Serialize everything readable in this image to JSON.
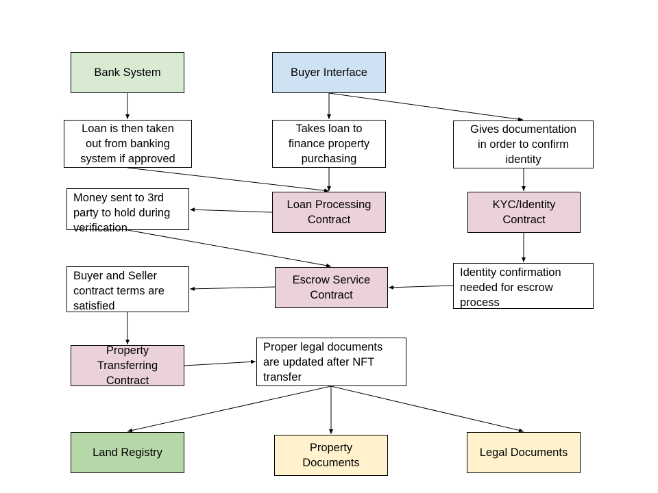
{
  "colors": {
    "green": "#d9ead3",
    "blue": "#cfe2f3",
    "pink": "#ead1dc",
    "dark_green": "#b6d7a8",
    "yellow": "#fff2cc",
    "white": "#ffffff",
    "line": "#000000"
  },
  "nodes": {
    "bank_system": "Bank System",
    "buyer_interface": "Buyer Interface",
    "loan_taken_out": "Loan is then taken\nout from banking\nsystem if approved",
    "takes_loan": "Takes loan to\nfinance property\npurchasing",
    "gives_documentation": "Gives documentation\nin order to confirm\nidentity",
    "money_sent": "Money sent to 3rd\nparty to hold during\nverification",
    "loan_processing": "Loan Processing\nContract",
    "kyc_identity": "KYC/Identity\nContract",
    "terms_satisfied": "Buyer and Seller\ncontract terms are\nsatisfied",
    "escrow_service": "Escrow Service\nContract",
    "identity_confirmation": "Identity confirmation\nneeded for escrow\nprocess",
    "property_transferring": "Property\nTransferring\nContract",
    "legal_updated": "Proper legal documents\nare updated after NFT\ntransfer",
    "land_registry": "Land Registry",
    "property_documents": "Property\nDocuments",
    "legal_documents": "Legal Documents"
  }
}
